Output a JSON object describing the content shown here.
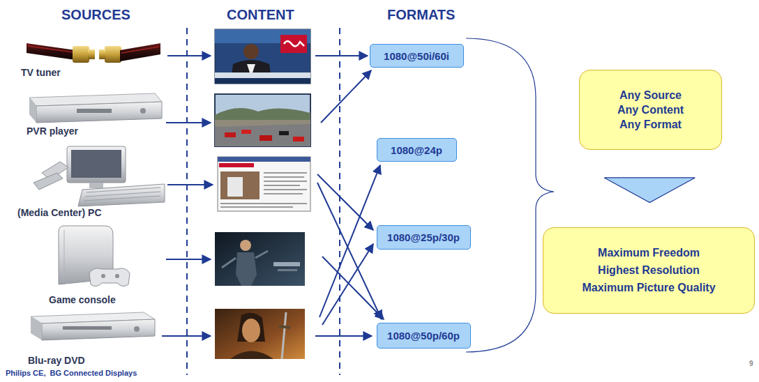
{
  "diagram": {
    "nodes": [
      {
        "text": [
          "1080@50i/60i"
        ]
      },
      {
        "text": [
          "1080@24p"
        ]
      },
      {
        "text": [
          "1080@25p/30p"
        ]
      },
      {
        "text": [
          "1080@50p/60p"
        ]
      },
      {
        "text": [
          "Any Source",
          "Any Content",
          "Any Format"
        ]
      },
      {
        "text": [
          "Maximum Freedom",
          "Highest Resolution",
          "Maximum Picture Quality"
        ]
      }
    ],
    "edges": [
      {
        "from": 4,
        "to": 5,
        "arrow": "to"
      }
    ],
    "labels": [
      "SOURCES",
      "CONTENT",
      "FORMATS",
      "TV tuner",
      "PVR player",
      "(Media Center) PC",
      "Game console",
      "Blu-ray DVD",
      "Philips CE,  BG Connected Displays",
      "9"
    ]
  }
}
